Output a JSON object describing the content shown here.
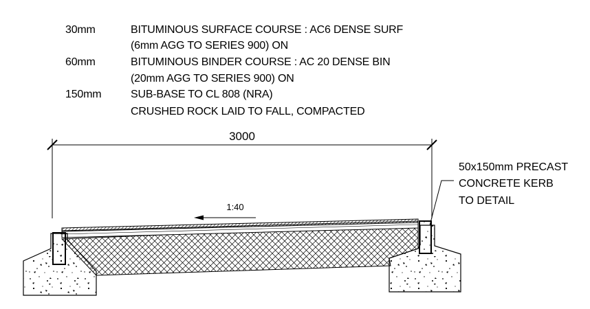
{
  "specification": [
    {
      "thickness": "30mm",
      "lines": [
        "BITUMINOUS SURFACE COURSE : AC6 DENSE SURF",
        "(6mm AGG TO SERIES 900) ON"
      ]
    },
    {
      "thickness": "60mm",
      "lines": [
        "BITUMINOUS BINDER COURSE : AC 20 DENSE BIN",
        "(20mm AGG TO SERIES 900) ON"
      ]
    },
    {
      "thickness": "150mm",
      "lines": [
        "SUB-BASE TO CL 808 (NRA)",
        "CRUSHED ROCK LAID TO FALL, COMPACTED"
      ]
    }
  ],
  "dimension": {
    "value": "3000"
  },
  "slope": {
    "label": "1:40"
  },
  "kerb_note": {
    "lines": [
      "50x150mm PRECAST",
      "CONCRETE KERB",
      "TO DETAIL"
    ]
  }
}
